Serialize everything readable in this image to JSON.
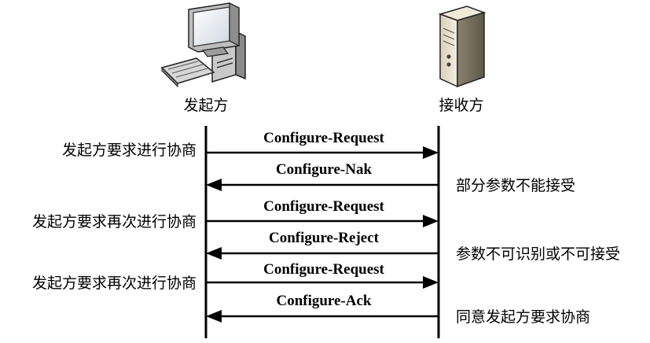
{
  "participants": {
    "initiator": "发起方",
    "receiver": "接收方"
  },
  "icons": {
    "initiator": "desktop-computer-icon",
    "receiver": "server-tower-icon"
  },
  "messages": [
    {
      "label": "Configure-Request",
      "direction": "right",
      "left_note": "发起方要求进行协商",
      "right_note": ""
    },
    {
      "label": "Configure-Nak",
      "direction": "left",
      "left_note": "",
      "right_note": "部分参数不能接受"
    },
    {
      "label": "Configure-Request",
      "direction": "right",
      "left_note": "发起方要求再次进行协商",
      "right_note": ""
    },
    {
      "label": "Configure-Reject",
      "direction": "left",
      "left_note": "",
      "right_note": "参数不可识别或不可接受"
    },
    {
      "label": "Configure-Request",
      "direction": "right",
      "left_note": "发起方要求再次进行协商",
      "right_note": ""
    },
    {
      "label": "Configure-Ack",
      "direction": "left",
      "left_note": "",
      "right_note": "同意发起方要求协商"
    }
  ]
}
